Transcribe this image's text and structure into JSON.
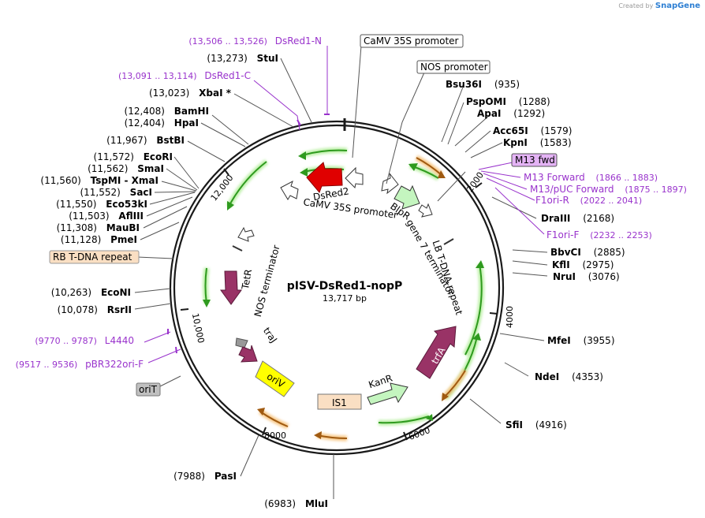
{
  "watermark": {
    "prefix": "Created by",
    "brand": "SnapGene"
  },
  "plasmid": {
    "name": "pISV-DsRed1-nopP",
    "length": "13,717 bp"
  },
  "enzymes_left": [
    {
      "pos": "(13,273)",
      "name": "StuI"
    },
    {
      "pos": "(13,023)",
      "name": "XbaI *"
    },
    {
      "pos": "(12,408)",
      "name": "BamHI"
    },
    {
      "pos": "(12,404)",
      "name": "HpaI"
    },
    {
      "pos": "(11,967)",
      "name": "BstBI"
    },
    {
      "pos": "(11,572)",
      "name": "EcoRI"
    },
    {
      "pos": "(11,562)",
      "name": "SmaI"
    },
    {
      "pos": "(11,560)",
      "name": "TspMI - XmaI"
    },
    {
      "pos": "(11,552)",
      "name": "SacI"
    },
    {
      "pos": "(11,550)",
      "name": "Eco53kI"
    },
    {
      "pos": "(11,503)",
      "name": "AflIII"
    },
    {
      "pos": "(11,308)",
      "name": "MauBI"
    },
    {
      "pos": "(11,128)",
      "name": "PmeI"
    },
    {
      "pos": "(10,263)",
      "name": "EcoNI"
    },
    {
      "pos": "(10,078)",
      "name": "RsrII"
    },
    {
      "pos": "(7988)",
      "name": "PasI"
    },
    {
      "pos": "(6983)",
      "name": "MluI"
    }
  ],
  "enzymes_right": [
    {
      "name": "Bsu36I",
      "pos": "(935)"
    },
    {
      "name": "PspOMI",
      "pos": "(1288)"
    },
    {
      "name": "ApaI",
      "pos": "(1292)"
    },
    {
      "name": "Acc65I",
      "pos": "(1579)"
    },
    {
      "name": "KpnI",
      "pos": "(1583)"
    },
    {
      "name": "DraIII",
      "pos": "(2168)"
    },
    {
      "name": "BbvCI",
      "pos": "(2885)"
    },
    {
      "name": "KflI",
      "pos": "(2975)"
    },
    {
      "name": "NruI",
      "pos": "(3076)"
    },
    {
      "name": "MfeI",
      "pos": "(3955)"
    },
    {
      "name": "NdeI",
      "pos": "(4353)"
    },
    {
      "name": "SfiI",
      "pos": "(4916)"
    }
  ],
  "primers_left": [
    {
      "range": "(13,506 .. 13,526)",
      "name": "DsRed1-N"
    },
    {
      "range": "(13,091 .. 13,114)",
      "name": "DsRed1-C"
    },
    {
      "range": "(9770 .. 9787)",
      "name": "L4440"
    },
    {
      "range": "(9517 .. 9536)",
      "name": "pBR322ori-F"
    }
  ],
  "primers_right": [
    {
      "name": "M13 Forward",
      "range": "(1866 .. 1883)"
    },
    {
      "name": "M13/pUC Forward",
      "range": "(1875 .. 1897)"
    },
    {
      "name": "F1ori-R",
      "range": "(2022 .. 2041)"
    },
    {
      "name": "F1ori-F",
      "range": "(2232 .. 2253)"
    }
  ],
  "boxes": {
    "camv_top": "CaMV 35S promoter",
    "nos_top": "NOS promoter",
    "m13fwd": "M13 fwd",
    "rb": "RB T-DNA repeat",
    "orit": "oriT"
  },
  "features": {
    "dsred2": "DsRed2",
    "camv_inner": "CaMV 35S promoter",
    "blpr": "BlpR",
    "gene7": "gene 7 terminator",
    "lb": "LB T-DNA repeat",
    "tetr": "TetR",
    "nos_term": "NOS terminator",
    "traj": "traJ",
    "oriv": "oriV",
    "is1": "IS1",
    "kanr": "KanR",
    "trfa": "trfA"
  },
  "ticks": [
    "2000",
    "4000",
    "6000",
    "8000",
    "10,000",
    "12,000"
  ],
  "colors": {
    "backbone": "#1a1a1a",
    "primer": "#9933cc",
    "feature_green": "#bdf0b5",
    "feature_maroon": "#993366",
    "dsred": "#e00000",
    "oriv": "#ffff00",
    "misc_beige": "#fadfc3",
    "m13_box": "#e4b3f5",
    "orit_box": "#c0c0c0"
  }
}
